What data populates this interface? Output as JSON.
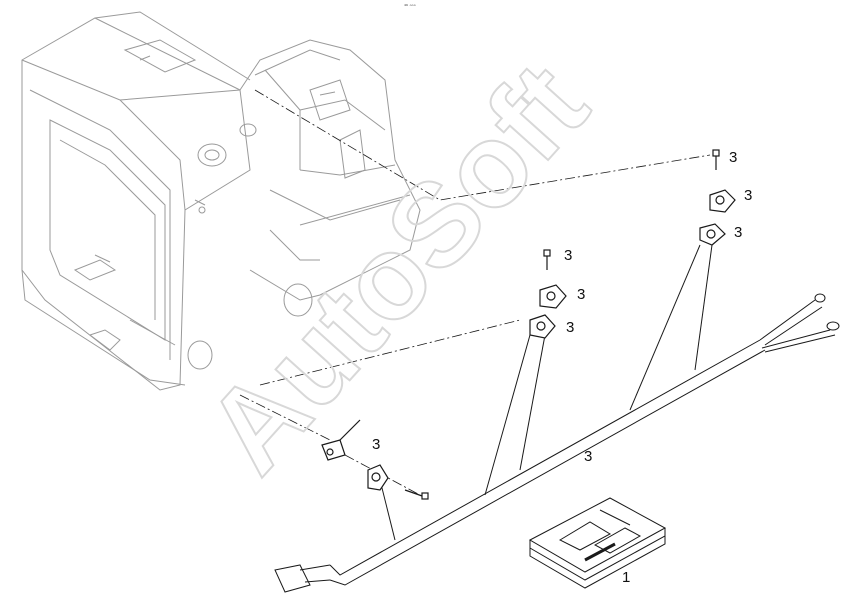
{
  "diagram": {
    "top_tag": "⁴⁶ ᵒᵒᵒ",
    "watermark": "AutoSoft",
    "colors": {
      "line": "#1a1a1a",
      "ghost": "#9a9a9a",
      "watermark_stroke": "#d8d8d8"
    },
    "callouts": [
      {
        "id": "bolt-top-right",
        "label": "3"
      },
      {
        "id": "clamp-top-right",
        "label": "3"
      },
      {
        "id": "clamp-lower-right",
        "label": "3"
      },
      {
        "id": "bolt-mid",
        "label": "3"
      },
      {
        "id": "clamp-mid-upper",
        "label": "3"
      },
      {
        "id": "clamp-mid-lower",
        "label": "3"
      },
      {
        "id": "clamp-left",
        "label": "3"
      },
      {
        "id": "harness",
        "label": "3"
      },
      {
        "id": "manual",
        "label": "1"
      }
    ]
  }
}
